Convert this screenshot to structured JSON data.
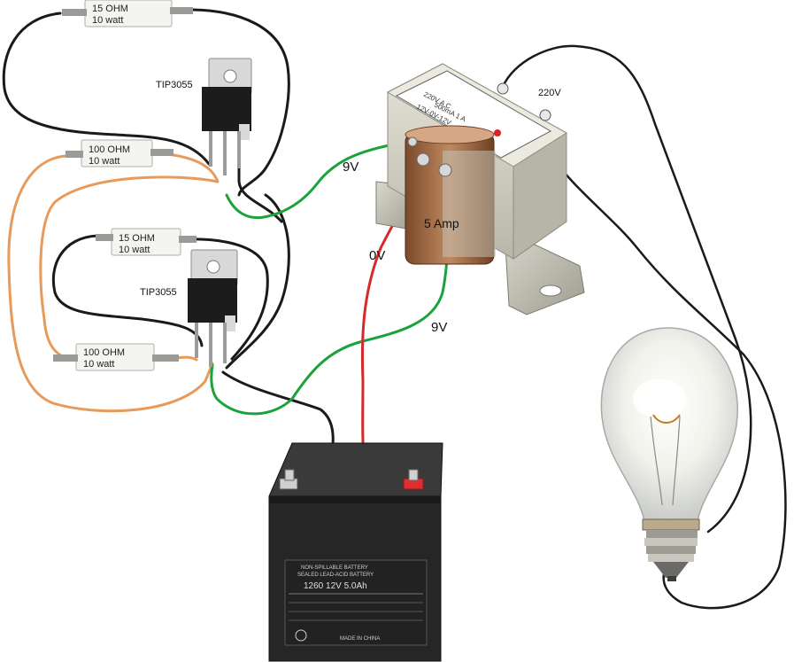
{
  "labels": {
    "resistor_top_1": [
      "15 OHM",
      "10 watt"
    ],
    "resistor_top_2": [
      "100 OHM",
      "10 watt"
    ],
    "resistor_bot_1": [
      "15 OHM",
      "10 watt"
    ],
    "resistor_bot_2": [
      "100 OHM",
      "10 watt"
    ],
    "transistor_top": "TIP3055",
    "transistor_bot": "TIP3055",
    "wire_9v_top": "9V",
    "wire_0v": "0V",
    "wire_9v_bot": "9V",
    "mains": "220V",
    "transformer_rating": "5 Amp",
    "transformer_label_1": "220V A C",
    "transformer_label_2": "12V-0V-12V",
    "transformer_label_3": "500mA 1 A",
    "battery_header_1": "NON-SPILLABLE BATTERY",
    "battery_header_2": "SEALED LEAD-ACID BATTERY",
    "battery_model": "1260 12V 5.0Ah",
    "battery_footer": "MADE IN CHINA"
  },
  "colors": {
    "wire_black": "#1a1a1a",
    "wire_green": "#1aa33a",
    "wire_red": "#d42a2a",
    "wire_orange": "#e89a5a",
    "battery_body": "#262626"
  }
}
